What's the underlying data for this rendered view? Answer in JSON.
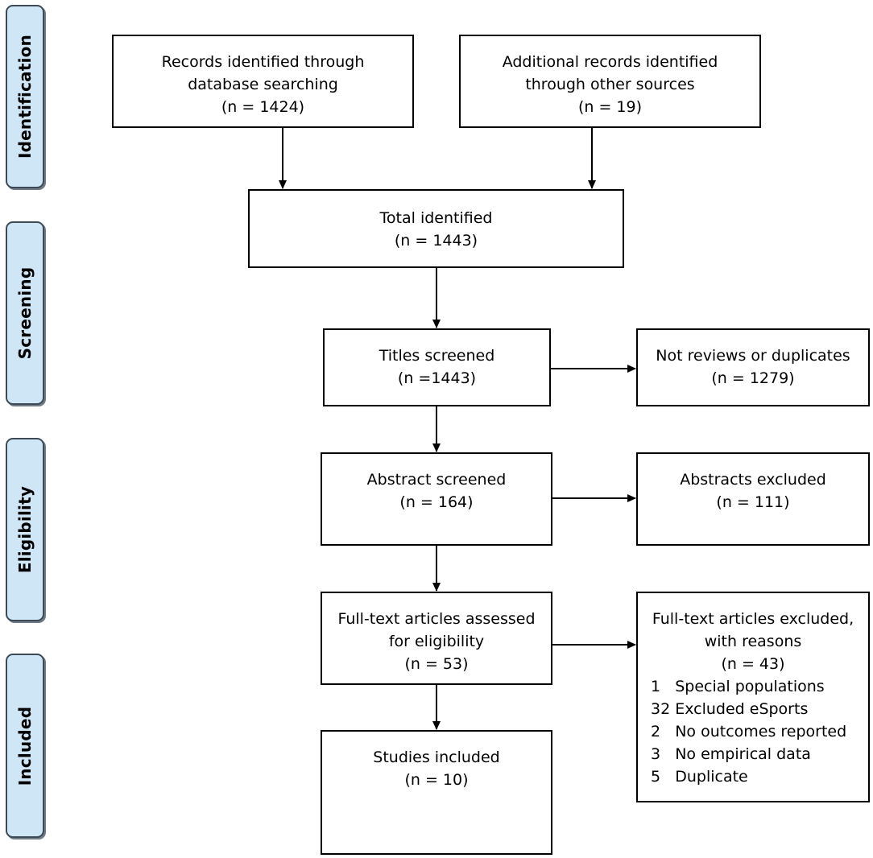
{
  "stages": {
    "identification": "Identification",
    "screening": "Screening",
    "eligibility": "Eligibility",
    "included": "Included"
  },
  "boxes": {
    "database": {
      "line1": "Records identified through",
      "line2": "database searching",
      "count": "(n = 1424)"
    },
    "other": {
      "line1": "Additional records identified",
      "line2": "through other sources",
      "count": "(n = 19)"
    },
    "total": {
      "line1": "Total identified",
      "count": "(n = 1443)"
    },
    "titles": {
      "line1": "Titles screened",
      "count": "(n =1443)"
    },
    "not_reviews": {
      "line1": "Not reviews or duplicates",
      "count": "(n = 1279)"
    },
    "abstract": {
      "line1": "Abstract screened",
      "count": "(n = 164)"
    },
    "abstracts_excluded": {
      "line1": "Abstracts excluded",
      "count": "(n = 111)"
    },
    "fulltext": {
      "line1": "Full-text articles assessed",
      "line2": "for eligibility",
      "count": "(n = 53)"
    },
    "fulltext_excluded": {
      "line1": "Full-text articles excluded,",
      "line2": "with reasons",
      "count": "(n = 43)",
      "reasons": [
        "1   Special populations",
        "32 Excluded eSports",
        "2   No outcomes reported",
        "3   No empirical data",
        "5   Duplicate"
      ]
    },
    "included": {
      "line1": "Studies included",
      "count": "(n = 10)"
    }
  }
}
